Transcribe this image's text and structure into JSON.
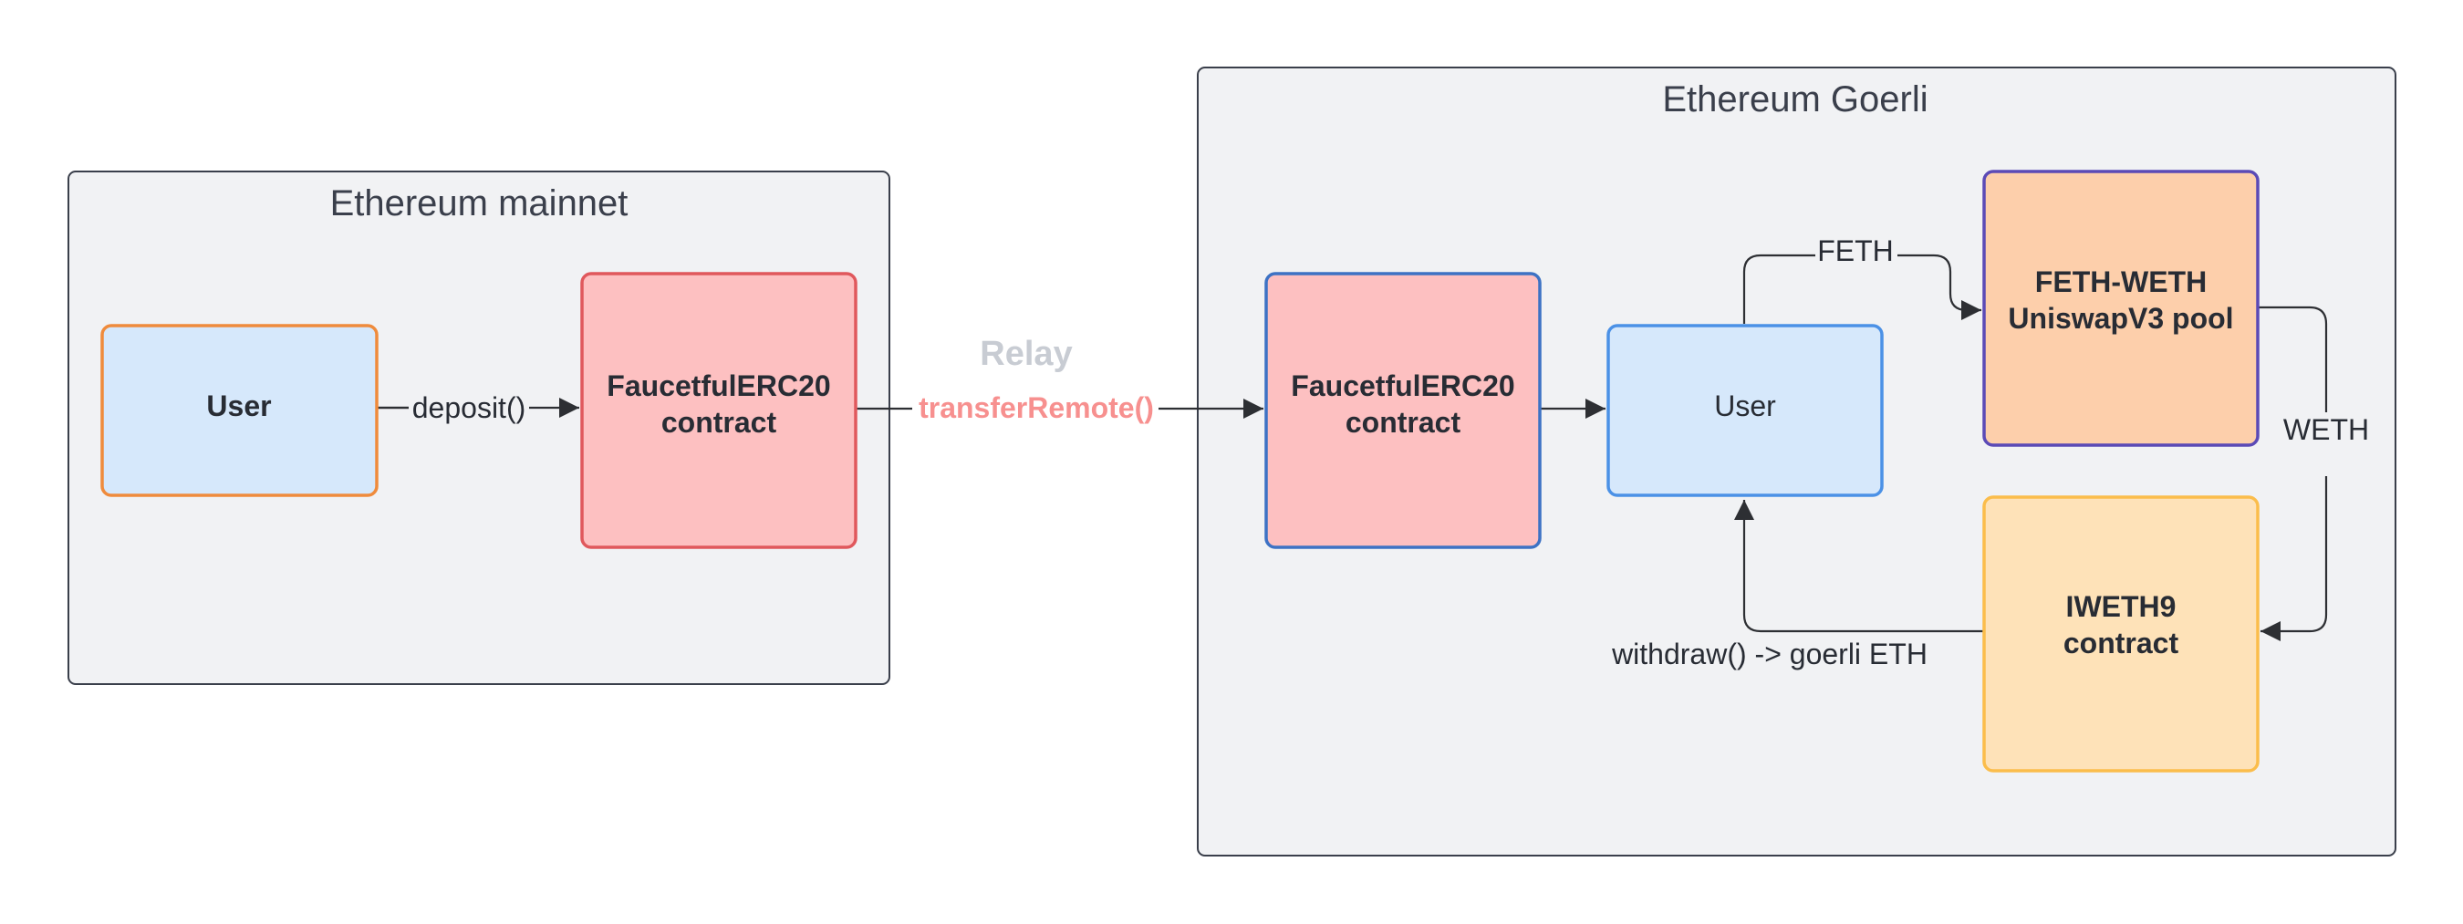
{
  "groups": {
    "mainnet": {
      "title": "Ethereum mainnet"
    },
    "goerli": {
      "title": "Ethereum Goerli"
    }
  },
  "nodes": {
    "user_mainnet": {
      "line1": "User",
      "line2": ""
    },
    "faucet_mainnet": {
      "line1": "FaucetfulERC20",
      "line2": "contract"
    },
    "faucet_goerli": {
      "line1": "FaucetfulERC20",
      "line2": "contract"
    },
    "user_goerli": {
      "line1": "User",
      "line2": ""
    },
    "uniswap_pool": {
      "line1": "FETH-WETH",
      "line2": "UniswapV3 pool"
    },
    "iweth9": {
      "line1": "IWETH9",
      "line2": "contract"
    }
  },
  "edges": {
    "deposit": "deposit()",
    "relay": "Relay",
    "transfer_remote": "transferRemote()",
    "feth": "FETH",
    "weth": "WETH",
    "withdraw": "withdraw() -> goerli ETH"
  },
  "colors": {
    "group_fill": "#f1f2f4",
    "group_stroke": "#3a3f4b",
    "user_fill": "#d6e8fb",
    "user_mainnet_stroke": "#ef8b3c",
    "user_goerli_stroke": "#4b91e6",
    "faucet_fill": "#fdc0c1",
    "faucet_mainnet_stroke": "#e0585c",
    "faucet_goerli_stroke": "#3d72c4",
    "pool_fill": "#fdcfab",
    "pool_stroke": "#5b4ab6",
    "iweth_fill": "#fee2b8",
    "iweth_stroke": "#fbbd4b",
    "relay_text": "#c8ccd3",
    "transfer_text": "#f7908f"
  }
}
